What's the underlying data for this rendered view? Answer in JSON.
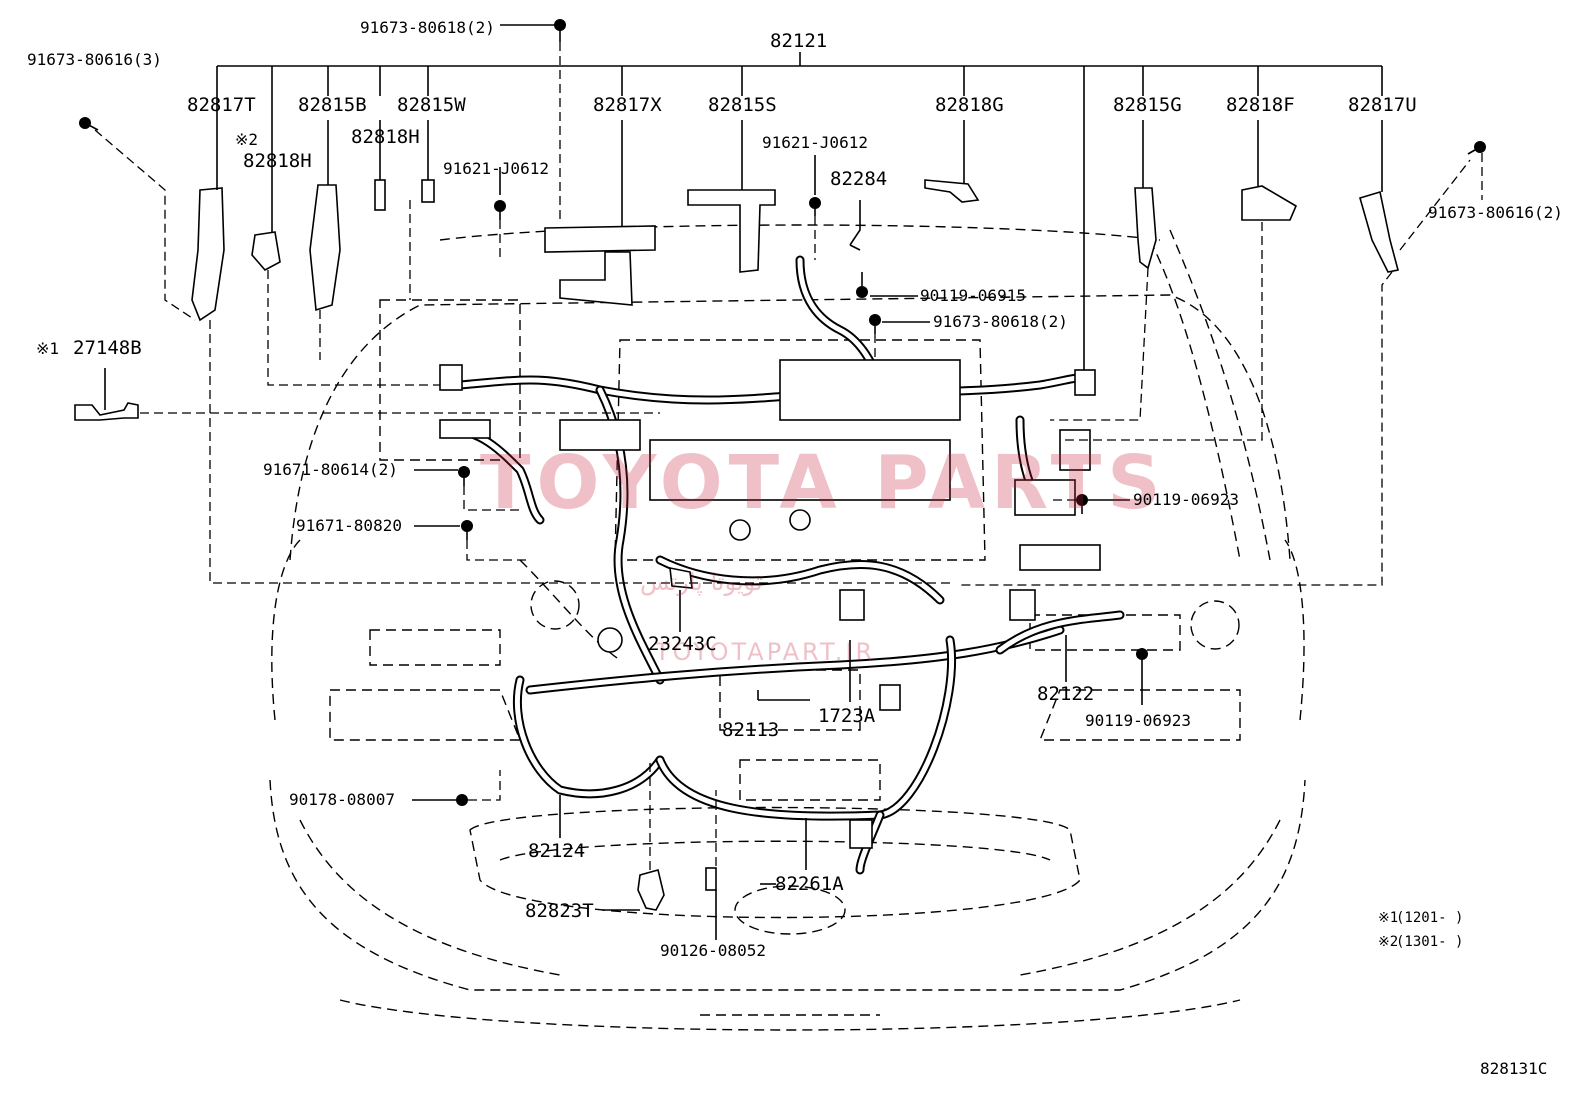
{
  "diagram": {
    "top_label": "82121",
    "labels": {
      "b_91673_80618_2_top": "91673-80618(2)",
      "b_91673_80616_3": "91673-80616(3)",
      "p_82817T": "82817T",
      "p_82815B": "82815B",
      "p_82815W": "82815W",
      "mark2_a": "※2",
      "p_82818H_a": "82818H",
      "p_82818H_b": "82818H",
      "b_91621_J0612_a": "91621-J0612",
      "p_82817X": "82817X",
      "p_82815S": "82815S",
      "b_91621_J0612_b": "91621-J0612",
      "p_82284": "82284",
      "p_82818G": "82818G",
      "p_82815G": "82815G",
      "p_82818F": "82818F",
      "p_82817U": "82817U",
      "b_91673_80616_2": "91673-80616(2)",
      "b_90119_06915": "90119-06915",
      "b_91673_80618_2_mid": "91673-80618(2)",
      "mark1_a": "※1",
      "p_27148B": "27148B",
      "b_91671_80614_2": "91671-80614(2)",
      "b_90119_06923_a": "90119-06923",
      "b_91671_80820": "91671-80820",
      "p_23243C": "23243C",
      "p_82122": "82122",
      "b_90119_06923_b": "90119-06923",
      "p_82113": "82113",
      "p_1723A": "1723A",
      "b_90178_08007": "90178-08007",
      "p_82124": "82124",
      "p_82261A": "82261A",
      "p_82823T": "82823T",
      "b_90126_08052": "90126-08052"
    },
    "notes": [
      {
        "mark": "※1",
        "text": "(1201-      )"
      },
      {
        "mark": "※2",
        "text": "(1301-      )"
      }
    ],
    "figure_code": "828131C",
    "watermark": {
      "main": "TOYOTA PARTS",
      "arabic": "تويوتا پارتس",
      "sub": "TOYOTAPART.IR"
    },
    "colors": {
      "line": "#000000",
      "background": "#ffffff",
      "watermark": "#c8203a"
    }
  }
}
